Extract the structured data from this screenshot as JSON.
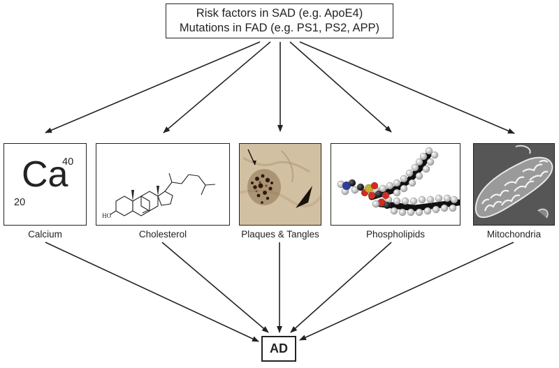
{
  "source_box": {
    "line1": "Risk factors in SAD (e.g. ApoE4)",
    "line2": "Mutations in FAD (e.g. PS1, PS2, APP)"
  },
  "factors": [
    {
      "label": "Calcium",
      "image": "element-tile"
    },
    {
      "label": "Cholesterol",
      "image": "structural-formula"
    },
    {
      "label": "Plaques & Tangles",
      "image": "histology-micrograph"
    },
    {
      "label": "Phospholipids",
      "image": "space-filling-molecule"
    },
    {
      "label": "Mitochondria",
      "image": "electron-micrograph"
    }
  ],
  "calcium_tile": {
    "symbol": "Ca",
    "mass_number": "40",
    "atomic_number": "20"
  },
  "cholesterol_structure": {
    "hydroxyl_label": "HO"
  },
  "target_box": {
    "label": "AD"
  },
  "colors": {
    "line": "#222222",
    "background": "#ffffff"
  }
}
